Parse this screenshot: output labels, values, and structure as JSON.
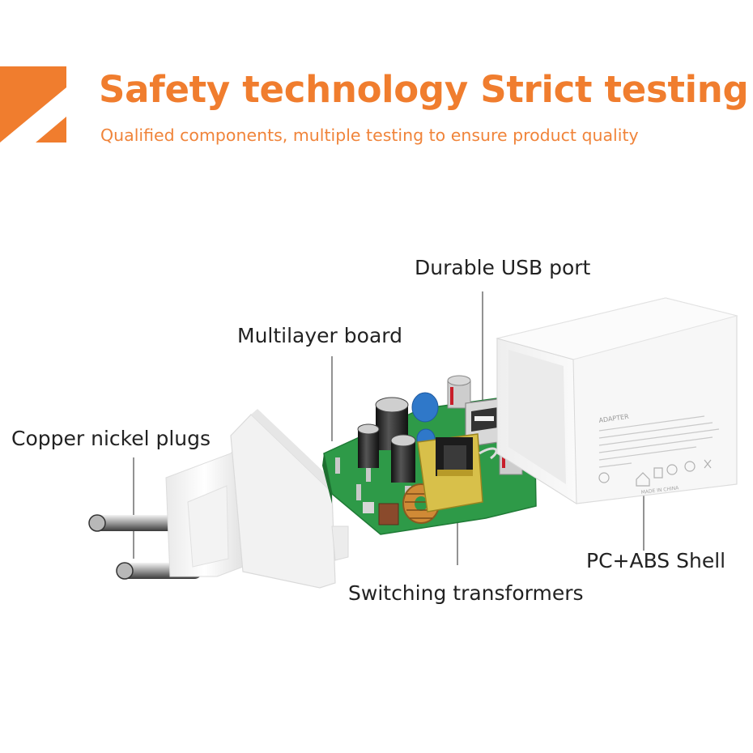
{
  "header": {
    "title": "Safety technology Strict testing",
    "subtitle": "Qualified components, multiple testing to ensure product quality"
  },
  "callouts": {
    "usb_port": "Durable USB port",
    "multilayer_board": "Multilayer board",
    "plugs": "Copper nickel plugs",
    "shell": "PC+ABS Shell",
    "transformers": "Switching transformers"
  },
  "shell_print": {
    "brand": "ADAPTER",
    "made_in": "MADE IN CHINA"
  },
  "colors": {
    "accent": "#f07d2e",
    "pcb": "#2e9a48",
    "transformer": "#d8c04a"
  }
}
